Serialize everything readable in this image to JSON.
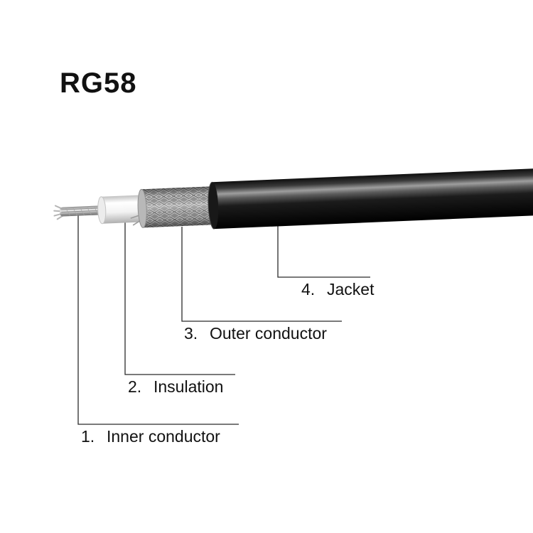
{
  "title": "RG58",
  "diagram": {
    "subject": "coaxial cable structure",
    "labels": [
      {
        "num": "1.",
        "text": "Inner conductor"
      },
      {
        "num": "2.",
        "text": "Insulation"
      },
      {
        "num": "3.",
        "text": "Outer conductor"
      },
      {
        "num": "4.",
        "text": "Jacket"
      }
    ],
    "colors": {
      "background": "#ffffff",
      "text": "#111111",
      "leader_line": "#2b2b2b",
      "jacket": "#0d0d0d",
      "outer_conductor_braid": "#b0b0b0",
      "insulation": "#f5f5f5",
      "inner_conductor": "#c0c0c0"
    }
  }
}
